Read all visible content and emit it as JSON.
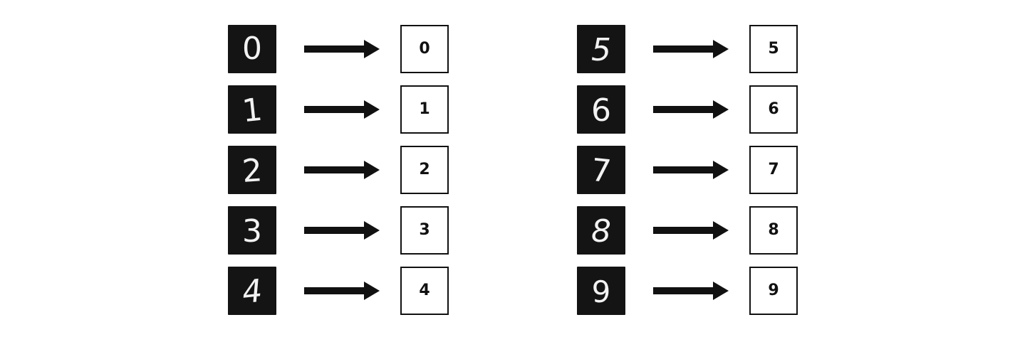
{
  "pairs": [
    {
      "handwritten": "0",
      "label": "0"
    },
    {
      "handwritten": "1",
      "label": "1"
    },
    {
      "handwritten": "2",
      "label": "2"
    },
    {
      "handwritten": "3",
      "label": "3"
    },
    {
      "handwritten": "4",
      "label": "4"
    },
    {
      "handwritten": "5",
      "label": "5"
    },
    {
      "handwritten": "6",
      "label": "6"
    },
    {
      "handwritten": "7",
      "label": "7"
    },
    {
      "handwritten": "8",
      "label": "8"
    },
    {
      "handwritten": "9",
      "label": "9"
    }
  ],
  "colors": {
    "image_background": "#141414",
    "stroke": "#f2f2f2",
    "arrow": "#111111",
    "box_border": "#111111"
  }
}
